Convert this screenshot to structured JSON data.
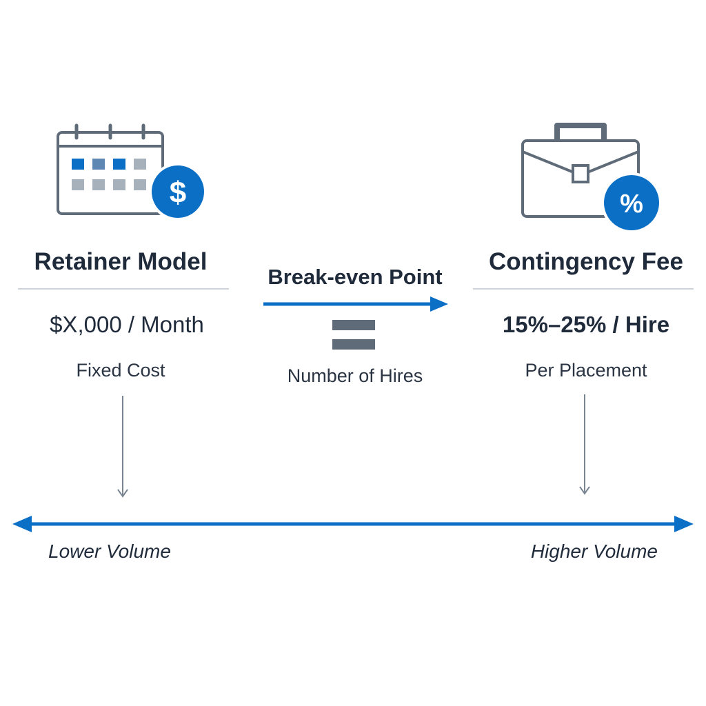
{
  "left": {
    "icon": "calendar-dollar-icon",
    "title": "Retainer Model",
    "price": "$X,000 / Month",
    "subtitle": "Fixed Cost"
  },
  "middle": {
    "title": "Break-even Point",
    "subtitle": "Number of Hires",
    "icon": "equals-icon"
  },
  "right": {
    "icon": "briefcase-percent-icon",
    "title": "Contingency Fee",
    "price": "15%–25% / Hire",
    "subtitle": "Per Placement"
  },
  "scale": {
    "left_label": "Lower Volume",
    "right_label": "Higher Volume"
  },
  "colors": {
    "accent_blue": "#0b6fc6",
    "icon_gray": "#5f6b78",
    "light_gray": "#a7b1bc",
    "text_dark": "#1f2a3a"
  }
}
